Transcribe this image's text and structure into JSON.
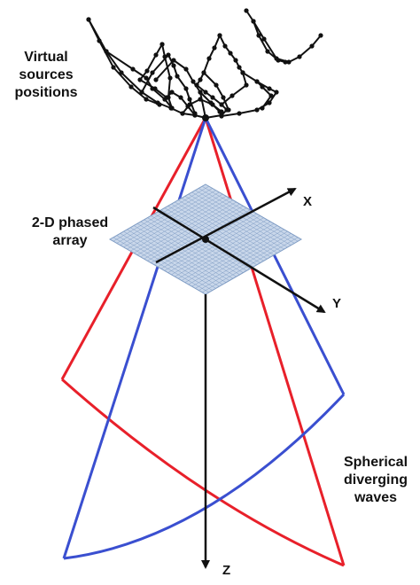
{
  "labels": {
    "virtual_sources": [
      "Virtual",
      "sources",
      "positions"
    ],
    "phased_array": [
      "2-D phased",
      "array"
    ],
    "spherical_waves": [
      "Spherical",
      "diverging",
      "waves"
    ]
  },
  "axes": {
    "x": "X",
    "y": "Y",
    "z": "Z"
  },
  "colors": {
    "wave_red": "#e8202a",
    "wave_blue": "#3a4fd0",
    "array_fill": "#c9d7ea",
    "array_grid": "#7f9cc4",
    "ink": "#111111"
  }
}
